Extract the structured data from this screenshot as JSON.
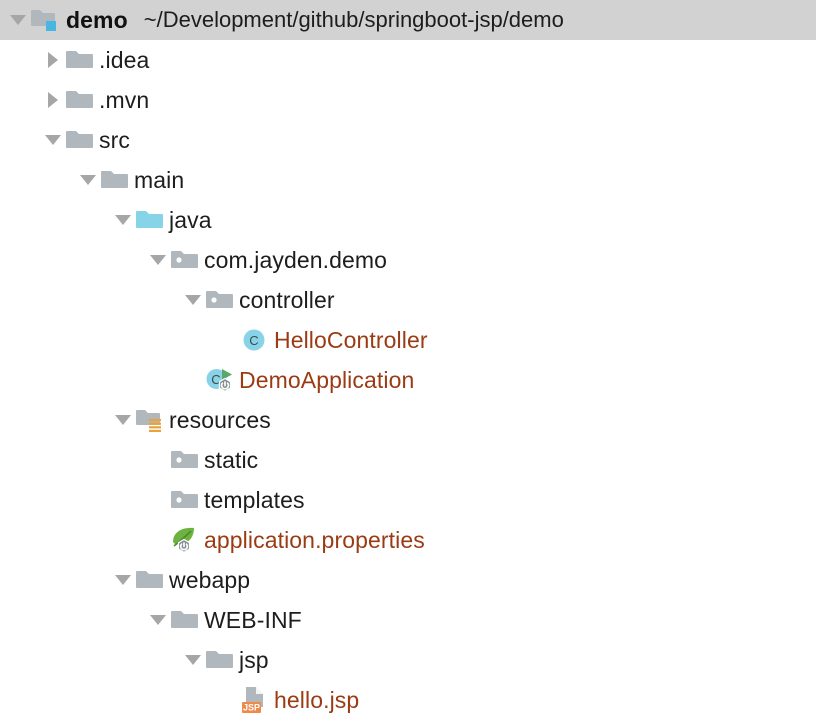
{
  "window": {
    "kind": "ide-project-tool-window",
    "background": "#ffffff",
    "selection_color": "#d2d2d2",
    "file_text_color": "#9b3b14",
    "folder_gray": "#b0b8bd",
    "sources_root_blue": "#87d3e8",
    "class_icon_cyan": "#89d3e8",
    "resources_badge_orange": "#e8a33d",
    "jsp_badge_orange": "#f08a4b",
    "spring_leaf_green": "#6db33f",
    "run_arrow_green": "#59a869"
  },
  "tree": {
    "root": {
      "name": "demo",
      "path": "~/Development/github/springboot-jsp/demo",
      "icon": "module-folder-icon",
      "expanded": true,
      "selected": true
    },
    "rows": [
      {
        "label": ".idea",
        "icon": "folder-icon",
        "depth": 1,
        "twisty": "closed",
        "kind": "folder"
      },
      {
        "label": ".mvn",
        "icon": "folder-icon",
        "depth": 1,
        "twisty": "closed",
        "kind": "folder"
      },
      {
        "label": "src",
        "icon": "folder-icon",
        "depth": 1,
        "twisty": "open",
        "kind": "folder"
      },
      {
        "label": "main",
        "icon": "folder-icon",
        "depth": 2,
        "twisty": "open",
        "kind": "folder"
      },
      {
        "label": "java",
        "icon": "sources-root-folder-icon",
        "depth": 3,
        "twisty": "open",
        "kind": "sources-root"
      },
      {
        "label": "com.jayden.demo",
        "icon": "package-icon",
        "depth": 4,
        "twisty": "open",
        "kind": "package"
      },
      {
        "label": "controller",
        "icon": "package-icon",
        "depth": 5,
        "twisty": "open",
        "kind": "package"
      },
      {
        "label": "HelloController",
        "icon": "java-class-icon",
        "depth": 6,
        "twisty": "none",
        "kind": "java-class"
      },
      {
        "label": "DemoApplication",
        "icon": "spring-boot-main-class-icon",
        "depth": 5,
        "twisty": "none",
        "kind": "java-class-runnable"
      },
      {
        "label": "resources",
        "icon": "resources-root-folder-icon",
        "depth": 3,
        "twisty": "open",
        "kind": "resources-root"
      },
      {
        "label": "static",
        "icon": "package-icon",
        "depth": 4,
        "twisty": "none",
        "kind": "package"
      },
      {
        "label": "templates",
        "icon": "package-icon",
        "depth": 4,
        "twisty": "none",
        "kind": "package"
      },
      {
        "label": "application.properties",
        "icon": "spring-properties-icon",
        "depth": 4,
        "twisty": "none",
        "kind": "file"
      },
      {
        "label": "webapp",
        "icon": "folder-icon",
        "depth": 3,
        "twisty": "open",
        "kind": "folder"
      },
      {
        "label": "WEB-INF",
        "icon": "folder-icon",
        "depth": 4,
        "twisty": "open",
        "kind": "folder"
      },
      {
        "label": "jsp",
        "icon": "folder-icon",
        "depth": 5,
        "twisty": "open",
        "kind": "folder"
      },
      {
        "label": "hello.jsp",
        "icon": "jsp-file-icon",
        "depth": 6,
        "twisty": "none",
        "kind": "file",
        "badge": "JSP"
      }
    ]
  }
}
